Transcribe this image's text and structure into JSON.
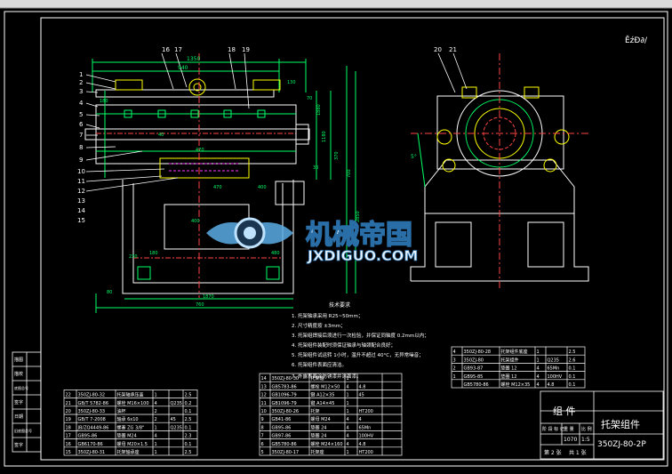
{
  "app": {
    "top_strip_color": "#d9d9d9",
    "background": "#000000"
  },
  "drawing": {
    "corner_label": "ĚźĐ∂/",
    "dims_front": [
      "1350",
      "940",
      "180",
      "130",
      "1180",
      "400",
      "30",
      "700",
      "230",
      "470",
      "40",
      "760",
      "180",
      "480",
      "370",
      "70",
      "80",
      "2850",
      "400",
      "1880",
      "470",
      "1870"
    ],
    "dims_side": [
      "5°"
    ],
    "balloons_front": [
      "16",
      "17",
      "18",
      "19",
      "1",
      "2",
      "3",
      "4",
      "5",
      "6",
      "7",
      "8",
      "9",
      "10",
      "11",
      "12",
      "13",
      "14",
      "15"
    ],
    "balloons_side": [
      "20",
      "21"
    ],
    "notes": {
      "title": "技术要求",
      "lines": [
        "1. 托架轴承采用 R25~50mm；",
        "2. 尺寸精度按 ±3mm；",
        "3. 托架组焊接后须进行一次检验，并保证同轴度 0.2mm以内；",
        "4. 托架组件装配时须保证轴承与轴颈配合良好；",
        "5. 托架组件试运转 1小时，温升不超过 40°C，无异常噪音；",
        "6. 托架组件表面应清洁。"
      ],
      "last_line": "7. 外露表面涂防锈漆并涂面漆。"
    },
    "parts_left": [
      {
        "no": "22",
        "code": "350ZJ-80-32",
        "name": "托架轴承压盖",
        "qty": "1",
        "mat": "",
        "wt": "2.5"
      },
      {
        "no": "21",
        "code": "GB/T 5782-86",
        "name": "螺栓 M16×100",
        "qty": "4",
        "mat": "Q235",
        "wt": "0.2"
      },
      {
        "no": "20",
        "code": "350ZJ-80-33",
        "name": "油杯",
        "qty": "2",
        "mat": "",
        "wt": "0.1"
      },
      {
        "no": "19",
        "code": "GB/T 7-2008",
        "name": "轴承 6x10",
        "qty": "2",
        "mat": "45",
        "wt": "2.5"
      },
      {
        "no": "18",
        "code": "JB/ZQ4449-86",
        "name": "螺塞 ZG 3/8\"",
        "qty": "1",
        "mat": "Q235",
        "wt": "0.1"
      },
      {
        "no": "17",
        "code": "GB95-86",
        "name": "垫圈 M24",
        "qty": "4",
        "mat": "",
        "wt": "2.3"
      },
      {
        "no": "16",
        "code": "GB6170-86",
        "name": "螺母 M20×1.5",
        "qty": "1",
        "mat": "",
        "wt": "0.1"
      },
      {
        "no": "15",
        "code": "350ZJ-80-31",
        "name": "托架轴承座",
        "qty": "1",
        "mat": "",
        "wt": "2.5"
      }
    ],
    "parts_mid": [
      {
        "no": "14",
        "code": "350ZJ-80-30",
        "name": "托架轴",
        "qty": "1",
        "mat": "",
        "wt": ""
      },
      {
        "no": "13",
        "code": "GB5783-86",
        "name": "螺栓 M12×50",
        "qty": "4",
        "mat": "4.8",
        "wt": ""
      },
      {
        "no": "12",
        "code": "GB1096-79",
        "name": "键 A12×35",
        "qty": "1",
        "mat": "45",
        "wt": ""
      },
      {
        "no": "11",
        "code": "GB1096-79",
        "name": "键 A14×45",
        "qty": "1",
        "mat": "",
        "wt": ""
      },
      {
        "no": "10",
        "code": "350ZJ-80-26",
        "name": "托架",
        "qty": "1",
        "mat": "HT200",
        "wt": ""
      },
      {
        "no": "9",
        "code": "GB41-86",
        "name": "螺母 M24",
        "qty": "4",
        "mat": "4",
        "wt": ""
      },
      {
        "no": "8",
        "code": "GB95-86",
        "name": "垫圈 24",
        "qty": "4",
        "mat": "65Mn",
        "wt": ""
      },
      {
        "no": "7",
        "code": "GB97-86",
        "name": "垫圈 24",
        "qty": "4",
        "mat": "100HV",
        "wt": ""
      },
      {
        "no": "6",
        "code": "GB5780-86",
        "name": "螺栓 M24×160",
        "qty": "4",
        "mat": "4.8",
        "wt": ""
      },
      {
        "no": "5",
        "code": "350ZJ-80-17",
        "name": "托架座",
        "qty": "1",
        "mat": "HT200",
        "wt": ""
      }
    ],
    "parts_right": [
      {
        "no": "4",
        "code": "350ZJ-80-28",
        "name": "托架组件底座",
        "qty": "1",
        "mat": "",
        "wt": "2.5"
      },
      {
        "no": "3",
        "code": "350ZJ-80",
        "name": "托架组件",
        "qty": "1",
        "mat": "Q235",
        "wt": "2.6"
      },
      {
        "no": "2",
        "code": "GB93-87",
        "name": "垫圈 12",
        "qty": "4",
        "mat": "65Mn",
        "wt": "0.1"
      },
      {
        "no": "1",
        "code": "GB95-85",
        "name": "垫圈 12",
        "qty": "4",
        "mat": "100HV",
        "wt": "0.1"
      },
      {
        "no": "",
        "code": "GB5780-86",
        "name": "螺栓 M12×35",
        "qty": "4",
        "mat": "4.8",
        "wt": "0.1"
      }
    ],
    "left_margin_labels": [
      "描图",
      "描校",
      "底图总号",
      "签字",
      "日期",
      "旧底图总号",
      "签字"
    ],
    "title_block": {
      "category": "组  件",
      "name": "托架组件",
      "code": "350ZJ-80-2P",
      "scale": "1:5",
      "sheet": "第 2 张",
      "total": "共 1 张",
      "weight": "1070",
      "stage_label": "阶 段 标 记",
      "weight_label": "重 量",
      "scale_label": "比 例"
    },
    "watermark": {
      "cn": "机械帝国",
      "en": "JXDIGUO.COM"
    }
  }
}
